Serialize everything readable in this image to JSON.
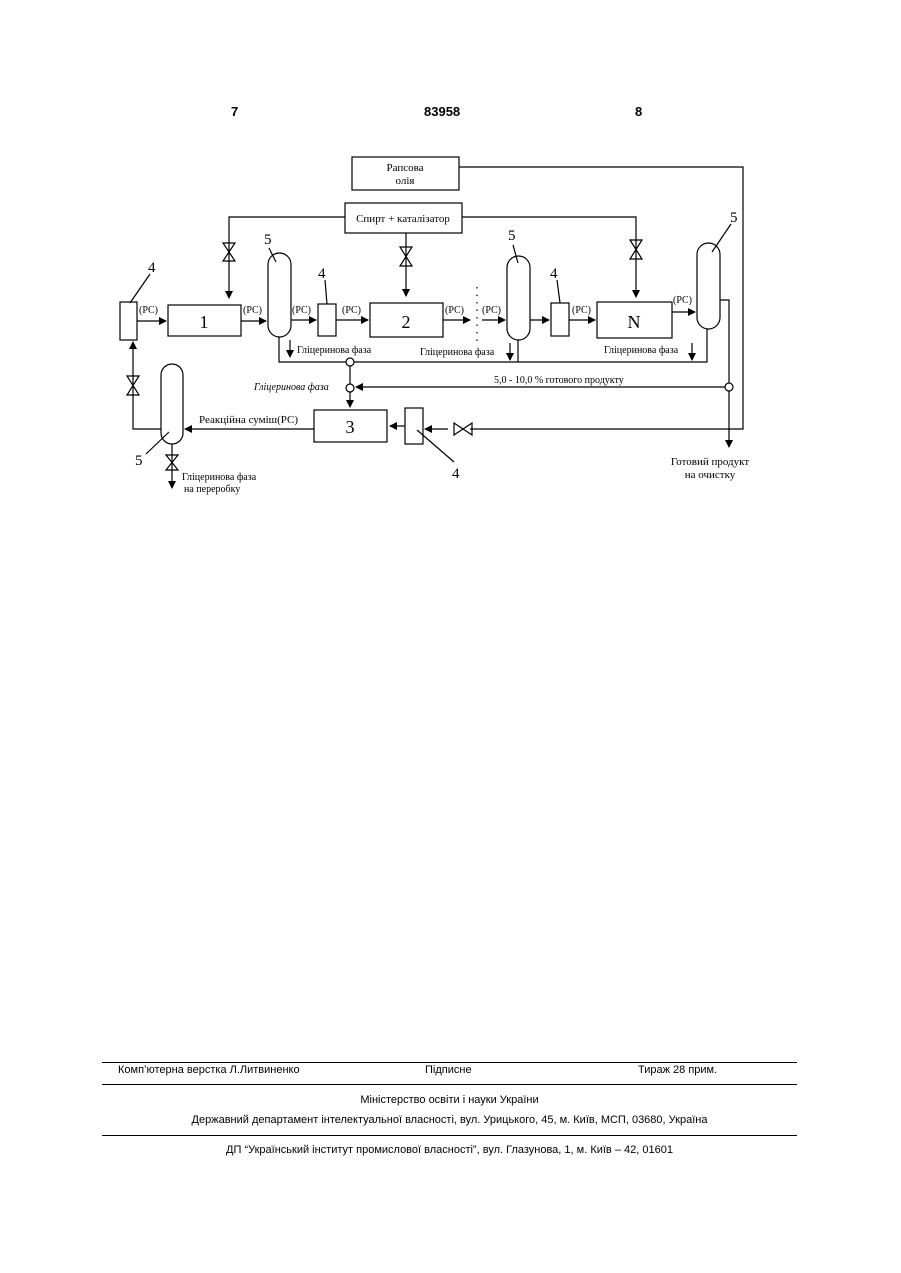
{
  "header": {
    "left_page": "7",
    "patent_number": "83958",
    "right_page": "8"
  },
  "diagram": {
    "rapeseed_oil": [
      "Рапсова",
      "олія"
    ],
    "alcohol_catalyst": "Спирт + каталізатор",
    "reactor_1": "1",
    "reactor_2": "2",
    "reactor_n": "N",
    "reactor_3": "3",
    "label_4": "4",
    "label_5": "5",
    "rs": "(РС)",
    "glycerol_phase_1": "Гліцеринова фаза",
    "glycerol_phase_2": "Гліцеринова фаза",
    "glycerol_phase_3": "Гліцеринова фаза",
    "glycerol_phase_mid": "Гліцеринова фаза",
    "recycle_label": "5,0 - 10,0 %  готового продукту",
    "reaction_mixture": "Реакційна суміш(РС)",
    "glycerol_processing": [
      "Гліцеринова фаза",
      "на переробку"
    ],
    "finished_product": [
      "Готовий продукт",
      "на очистку"
    ]
  },
  "footer": {
    "layout": "Комп’ютерна верстка Л.Литвиненко",
    "signed": "Підписне",
    "circulation": "Тираж 28 прим.",
    "ministry": "Міністерство освіти і науки України",
    "department": "Державний департамент інтелектуальної власності, вул. Урицького, 45, м. Київ, МСП, 03680, Україна",
    "institute": "ДП “Український інститут промислової власності”, вул. Глазунова, 1, м. Київ – 42, 01601"
  }
}
